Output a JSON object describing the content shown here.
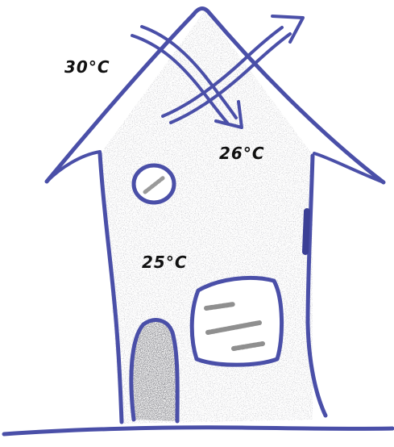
{
  "colors": {
    "ink": "#4a4fa8",
    "ink_dark": "#3b3f95",
    "speckle": "#c9c9c9",
    "door_fill": "#7d7d7d",
    "text": "#111111",
    "background": "#ffffff"
  },
  "icons": {
    "incoming_arrow": "arrow-down-right-icon",
    "outgoing_arrow": "arrow-up-right-icon"
  },
  "labels": {
    "outside_temperature": "30°C",
    "attic_temperature": "26°C",
    "interior_temperature": "25°C"
  }
}
